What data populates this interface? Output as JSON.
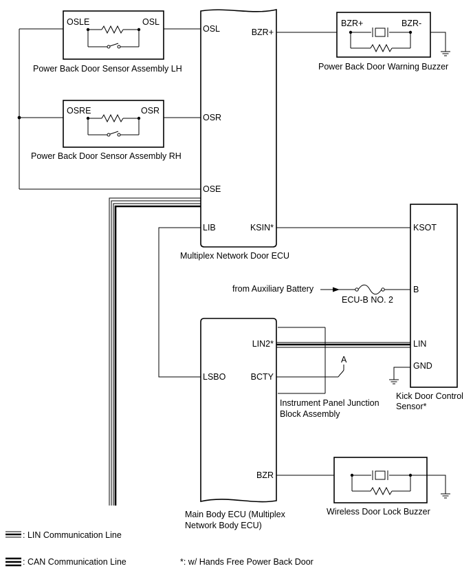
{
  "ecus": {
    "door_ecu": {
      "name": "Multiplex Network Door ECU",
      "pins": {
        "osl": "OSL",
        "osr": "OSR",
        "ose": "OSE",
        "lib": "LIB",
        "bzr_plus": "BZR+",
        "ksin": "KSIN*"
      }
    },
    "body_ecu": {
      "name_line1": "Main Body ECU (Multiplex",
      "name_line2": "Network Body ECU)",
      "pins": {
        "lsbo": "LSBO",
        "lin2": "LIN2*",
        "bcty": "BCTY",
        "bzr": "BZR"
      }
    }
  },
  "components": {
    "sensor_lh": {
      "label": "Power Back Door Sensor Assembly LH",
      "pin_left": "OSLE",
      "pin_right": "OSL"
    },
    "sensor_rh": {
      "label": "Power Back Door Sensor Assembly RH",
      "pin_left": "OSRE",
      "pin_right": "OSR"
    },
    "warning_buzzer": {
      "label": "Power Back Door Warning Buzzer",
      "pin_left": "BZR+",
      "pin_right": "BZR-"
    },
    "kick_sensor": {
      "label_line1": "Kick Door Control",
      "label_line2": "Sensor*",
      "pins": {
        "ksot": "KSOT",
        "b": "B",
        "lin": "LIN",
        "gnd": "GND"
      }
    },
    "junction_block": {
      "label_line1": "Instrument Panel Junction",
      "label_line2": "Block Assembly"
    },
    "wireless_buzzer": {
      "label": "Wireless Door Lock Buzzer"
    }
  },
  "power": {
    "source": "from Auxiliary Battery",
    "fuse": "ECU-B NO. 2",
    "connector": "A"
  },
  "legend": {
    "lin": ": LIN Communication Line",
    "can": ": CAN Communication Line",
    "footnote": "*: w/ Hands Free Power Back Door"
  }
}
